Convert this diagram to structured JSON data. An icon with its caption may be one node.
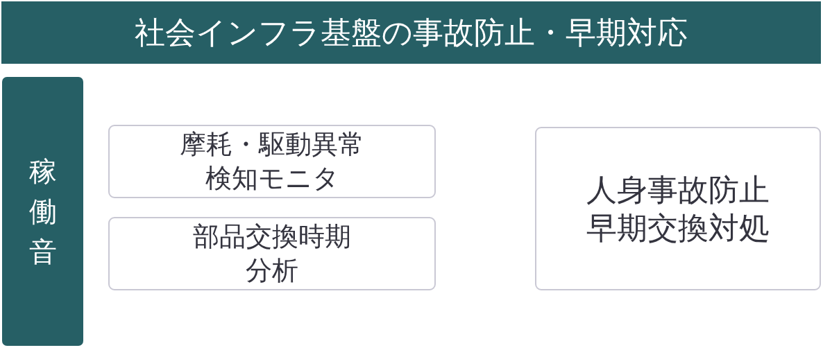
{
  "diagram": {
    "title": "社会インフラ基盤の事故防止・早期対応",
    "nodes": [
      {
        "text": [
          "稼働音"
        ]
      },
      {
        "text": [
          "摩耗・駆動異常検知モニタ"
        ]
      },
      {
        "text": [
          "部品交換時期分析"
        ]
      },
      {
        "text": [
          "人身事故防止早期交換対処"
        ]
      }
    ]
  }
}
